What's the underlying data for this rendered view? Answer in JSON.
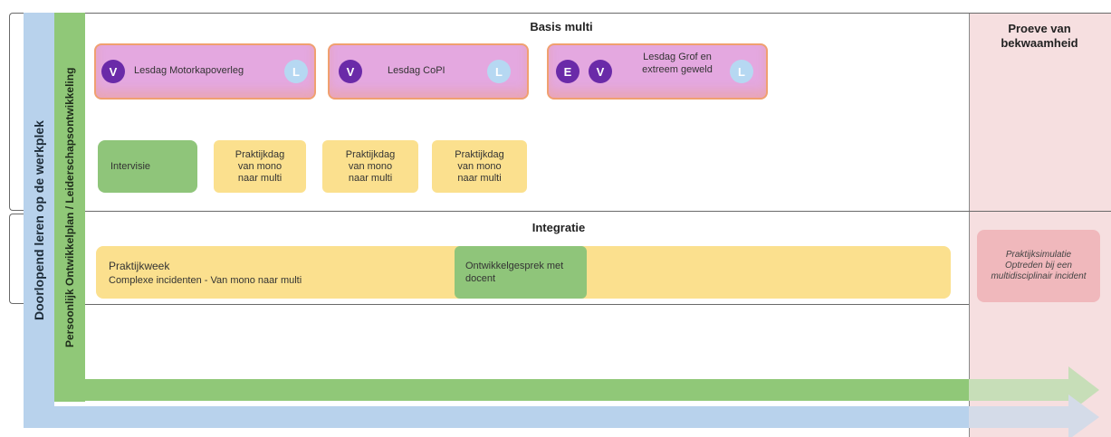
{
  "vertical": {
    "doorlopend": "Doorlopend leren op de werkplek",
    "pop": "Persoonlijk Ontwikkelplan / Leiderschapsontwikkeling"
  },
  "sections": {
    "basis_title": "Basis multi",
    "integratie_title": "Integratie",
    "proeve_title": "Proeve van bekwaamheid"
  },
  "lessons": [
    {
      "badges": [
        "V"
      ],
      "text": "Lesdag Motorkapoverleg",
      "end_badge": "L"
    },
    {
      "badges": [
        "V"
      ],
      "text": "Lesdag CoPI",
      "end_badge": "L"
    },
    {
      "badges": [
        "E",
        "V"
      ],
      "text": "Lesdag Grof en extreem geweld",
      "end_badge": "L"
    }
  ],
  "basis_row2": {
    "intervisie": "Intervisie",
    "praktijkdagen": [
      "Praktijkdag van mono naar multi",
      "Praktijkdag van mono naar multi",
      "Praktijkdag van mono naar multi"
    ]
  },
  "integratie": {
    "praktijkweek_title": "Praktijkweek",
    "praktijkweek_sub": "Complexe incidenten - Van mono naar multi",
    "gesprek": "Ontwikkelgesprek met docent"
  },
  "proeve": {
    "simulatie": "Praktijksimulatie Optreden bij een multidisciplinair incident"
  },
  "colors": {
    "blue_band": "#b8d2ec",
    "green_band": "#90c878",
    "pink_col": "#f6dfe0",
    "lesson_fill": "#e4a8e0",
    "lesson_border": "#f0a070",
    "badge_dark": "#6a2aa8",
    "badge_light": "#b6d8f2",
    "green_box": "#8fc57a",
    "yellow_box": "#fbe08e",
    "pink_box": "#f0b8bc"
  }
}
